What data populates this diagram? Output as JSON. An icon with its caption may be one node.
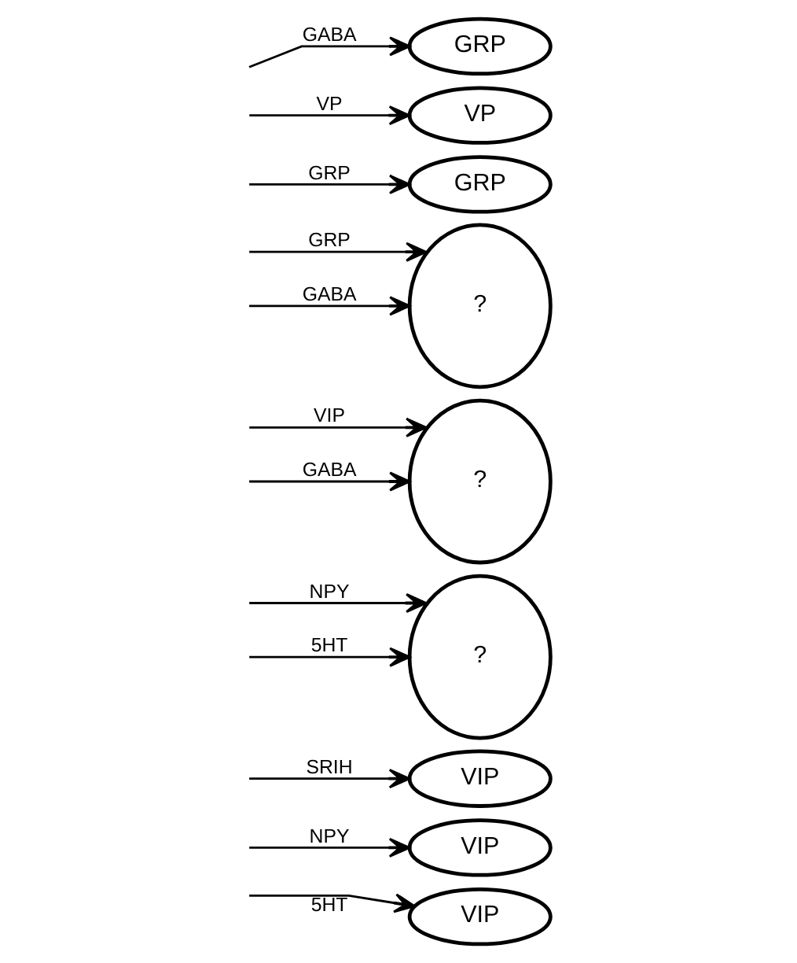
{
  "diagram": {
    "nodes": [
      {
        "text": [
          "GRP"
        ]
      },
      {
        "text": [
          "VP"
        ]
      },
      {
        "text": [
          "GRP"
        ]
      },
      {
        "text": [
          "?"
        ]
      },
      {
        "text": [
          "?"
        ]
      },
      {
        "text": [
          "?"
        ]
      },
      {
        "text": [
          "VIP"
        ]
      },
      {
        "text": [
          "VIP"
        ]
      },
      {
        "text": [
          "VIP"
        ]
      }
    ],
    "edges": [
      {
        "from": null,
        "to": 0,
        "arrow": "to",
        "label": "GABA"
      },
      {
        "from": null,
        "to": 1,
        "arrow": "to",
        "label": "VP"
      },
      {
        "from": null,
        "to": 2,
        "arrow": "to",
        "label": "GRP"
      },
      {
        "from": null,
        "to": 3,
        "arrow": "to",
        "label": "GRP"
      },
      {
        "from": null,
        "to": 3,
        "arrow": "to",
        "label": "GABA"
      },
      {
        "from": null,
        "to": 4,
        "arrow": "to",
        "label": "VIP"
      },
      {
        "from": null,
        "to": 4,
        "arrow": "to",
        "label": "GABA"
      },
      {
        "from": null,
        "to": 5,
        "arrow": "to",
        "label": "NPY"
      },
      {
        "from": null,
        "to": 5,
        "arrow": "to",
        "label": "5HT"
      },
      {
        "from": null,
        "to": 6,
        "arrow": "to",
        "label": "SRIH"
      },
      {
        "from": null,
        "to": 7,
        "arrow": "to",
        "label": "NPY"
      },
      {
        "from": null,
        "to": 8,
        "arrow": "to",
        "label": "5HT"
      }
    ]
  }
}
